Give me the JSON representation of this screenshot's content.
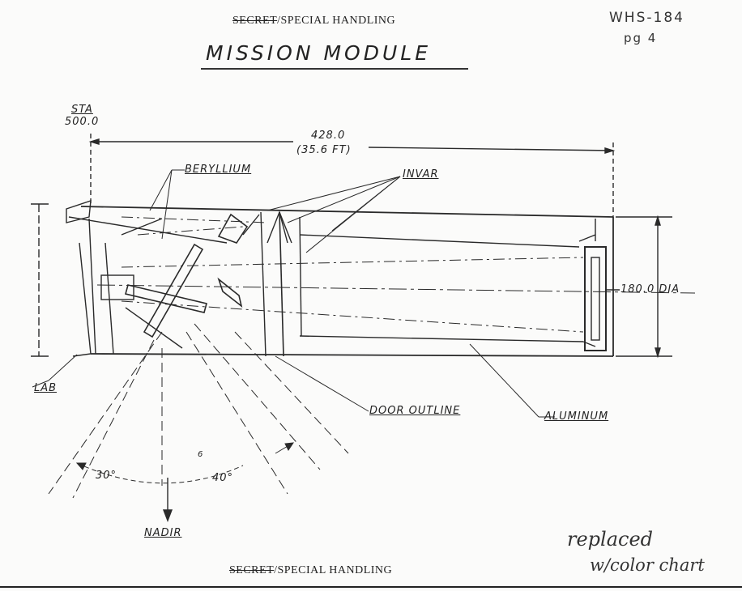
{
  "header": {
    "classification_struck": "SECRET",
    "classification_rest": "/SPECIAL HANDLING",
    "doc_id": "WHS-184",
    "page_ref": "pg 4"
  },
  "title": "MISSION MODULE",
  "labels": {
    "station": "STA",
    "station_value": "500.0",
    "length": "428.0",
    "length_ft": "(35.6 FT)",
    "beryllium": "BERYLLIUM",
    "invar": "INVAR",
    "diameter": "180.0 DIA",
    "lab": "LAB",
    "door_outline": "DOOR OUTLINE",
    "aluminum": "ALUMINUM",
    "angle_left": "30°",
    "angle_right": "40°",
    "nadir": "NADIR",
    "small_mark": "6"
  },
  "footer": {
    "classification_struck": "SECRET",
    "classification_rest": "/SPECIAL HANDLING",
    "note_line1": "replaced",
    "note_line2": "w/color chart"
  }
}
